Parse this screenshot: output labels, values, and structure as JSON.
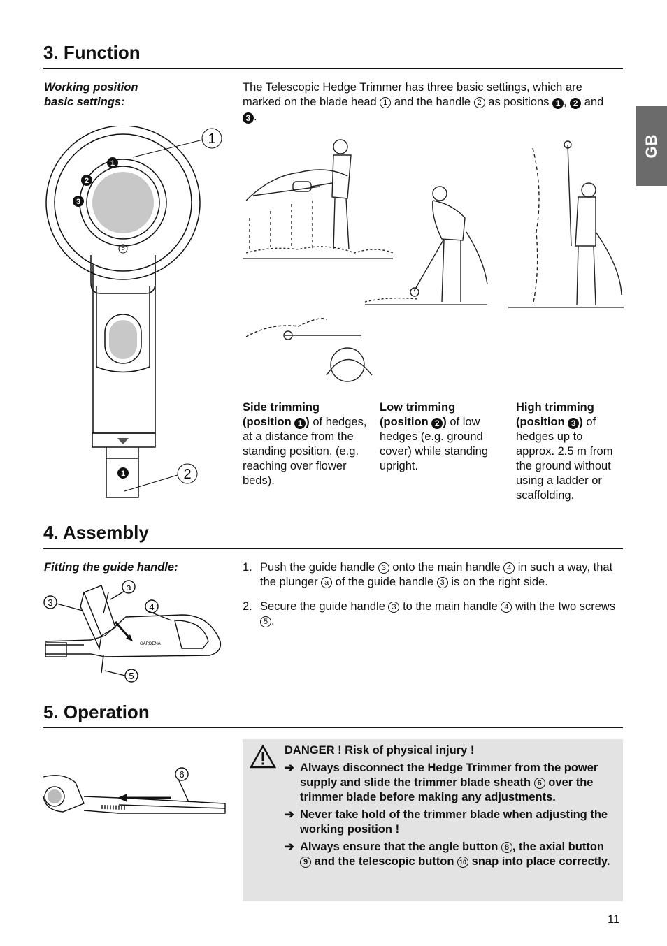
{
  "side_tab": {
    "label": "GB"
  },
  "section3": {
    "title": "3. Function",
    "subtitle_line1": "Working position",
    "subtitle_line2": "basic settings:",
    "intro_a": "The Telescopic Hedge Trimmer has three basic settings, which are marked on the blade head",
    "ref_blade_head": "1",
    "intro_b": "and the handle",
    "ref_handle": "2",
    "intro_c": "as positions",
    "pos1": "1",
    "pos2": "2",
    "pos3": "3",
    "intro_and": "and",
    "diagram_labels": {
      "callout1": "1",
      "callout2": "2",
      "head_pos1": "1",
      "head_pos2": "2",
      "head_pos3": "3",
      "handle_pos": "1",
      "lock_letter": "P"
    },
    "columns": [
      {
        "title": "Side trimming",
        "pos_prefix": "(position",
        "pos": "1",
        "pos_suffix": ")",
        "body_a": "of",
        "body": "hedges, at a distance from the standing position, (e.g. reaching over flower beds)."
      },
      {
        "title": "Low trimming",
        "pos_prefix": "(position",
        "pos": "2",
        "pos_suffix": ")",
        "body_a": "of low",
        "body": "hedges (e.g. ground cover) while standing upright."
      },
      {
        "title": "High trimming",
        "pos_prefix": "(position",
        "pos": "3",
        "pos_suffix": ")",
        "body_a": "of",
        "body": "hedges up to approx. 2.5 m from the ground without using a ladder or scaffolding."
      }
    ]
  },
  "section4": {
    "title": "4. Assembly",
    "subtitle": "Fitting the guide handle:",
    "diagram_labels": {
      "a": "a",
      "three": "3",
      "four": "4",
      "five": "5",
      "brand": "GARDENA"
    },
    "steps": [
      {
        "num": "1.",
        "t1": "Push the guide handle",
        "r1": "3",
        "t2": "onto the main handle",
        "r2": "4",
        "t3": "in such a way, that the plunger",
        "r3": "a",
        "t4": "of the guide handle",
        "r4": "3",
        "t5": "is on the right side."
      },
      {
        "num": "2.",
        "t1": "Secure the guide handle",
        "r1": "3",
        "t2": "to the main handle",
        "r2": "4",
        "t3": "with the two screws",
        "r3": "5",
        "t4": "."
      }
    ]
  },
  "section5": {
    "title": "5. Operation",
    "diagram_labels": {
      "six": "6"
    },
    "danger": {
      "heading": "DANGER ! Risk of physical injury !",
      "arrow": "➔",
      "items": [
        {
          "a": "Always disconnect the Hedge Trimmer from the power supply and slide the trimmer blade sheath",
          "r1": "6",
          "b": "over the trimmer blade before making any adjustments."
        },
        {
          "a": "Never take hold of the trimmer blade when adjusting the working position !"
        },
        {
          "a": "Always ensure that the angle button",
          "r1": "8",
          "b": ", the axial button",
          "r2": "9",
          "c": "and the telescopic button",
          "r3": "10",
          "d": "snap into place correctly."
        }
      ]
    }
  },
  "page_number": "11"
}
